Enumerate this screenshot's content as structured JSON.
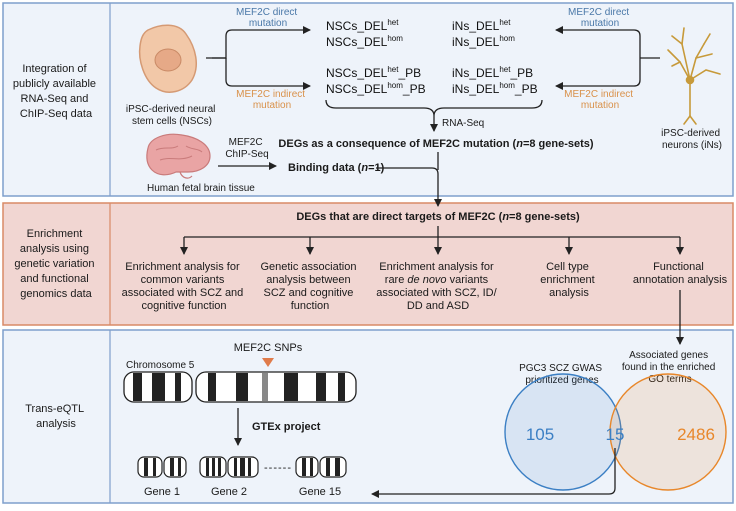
{
  "rows": {
    "row1_label": [
      "Integration of",
      "publicly available",
      "RNA-Seq and",
      "ChIP-Seq data"
    ],
    "row2_label": [
      "Enrichment",
      "analysis using",
      "genetic variation",
      "and functional",
      "genomics data"
    ],
    "row3_label": [
      "Trans-eQTL",
      "analysis"
    ]
  },
  "nscs": {
    "label": [
      "iPSC-derived neural",
      "stem cells (NSCs)"
    ],
    "direct_label": [
      "MEF2C direct",
      "mutation"
    ],
    "indirect_label": [
      "MEF2C indirect",
      "mutation"
    ],
    "het": "NSCs_DEL",
    "het_sup": "het",
    "hom": "NSCs_DEL",
    "hom_sup": "hom",
    "het_pb": "NSCs_DEL",
    "het_pb_sup": "het",
    "pb_suffix": "_PB",
    "hom_pb": "NSCs_DEL",
    "hom_pb_sup": "hom"
  },
  "ins": {
    "label": [
      "iPSC-derived",
      "neurons (iNs)"
    ],
    "direct_label": [
      "MEF2C direct",
      "mutation"
    ],
    "indirect_label": [
      "MEF2C indirect",
      "mutation"
    ],
    "het": "iNs_DEL",
    "het_sup": "het",
    "hom": "iNs_DEL",
    "hom_sup": "hom",
    "het_pb": "iNs_DEL",
    "het_pb_sup": "het",
    "hom_pb": "iNs_DEL",
    "hom_pb_sup": "hom"
  },
  "rnaseq_label": "RNA-Seq",
  "degs_title": {
    "a": "DEGs as a consequence of MEF2C mutation (",
    "n": "n",
    "b": "=8 gene-sets)"
  },
  "chipseq_label": [
    "MEF2C",
    "ChIP-Seq"
  ],
  "brain_label": "Human fetal brain tissue",
  "binding_label": {
    "a": "Binding data (",
    "n": "n",
    "b": "=1)"
  },
  "direct_targets_title": {
    "a": "DEGs that are direct targets of MEF2C (",
    "n": "n",
    "b": "=8 gene-sets)"
  },
  "analyses": [
    {
      "lines": [
        "Enrichment analysis for",
        "common variants",
        "associated with SCZ and",
        "cognitive function"
      ]
    },
    {
      "lines": [
        "Genetic association",
        "analysis between",
        "SCZ and cognitive",
        "function"
      ]
    },
    {
      "lines": [
        "Enrichment analysis for",
        "rare de novo variants",
        "associated with SCZ, ID/",
        "DD and ASD"
      ]
    },
    {
      "lines": [
        "Cell type",
        "enrichment",
        "analysis"
      ]
    },
    {
      "lines": [
        "Functional",
        "annotation analysis"
      ]
    }
  ],
  "snps_label": "MEF2C SNPs",
  "chromosome_label": "Chromosome 5",
  "gtex_label": "GTEx project",
  "genes": [
    "Gene 1",
    "Gene 2",
    "Gene 15"
  ],
  "gene_dots": "------",
  "venn": {
    "left_title": [
      "PGC3 SCZ GWAS",
      "prioritized genes"
    ],
    "right_title": [
      "Associated genes",
      "found in the enriched",
      "GO terms"
    ],
    "left_only": "105",
    "overlap": "15",
    "right_only": "2486",
    "left_color": "#3b7fc4",
    "right_color": "#e8872a"
  },
  "colors": {
    "panel_blue_bg": "#eef3fa",
    "panel_blue_border": "#7f9fcc",
    "panel_red_bg": "#f1d6d2",
    "panel_red_border": "#d98a66"
  }
}
